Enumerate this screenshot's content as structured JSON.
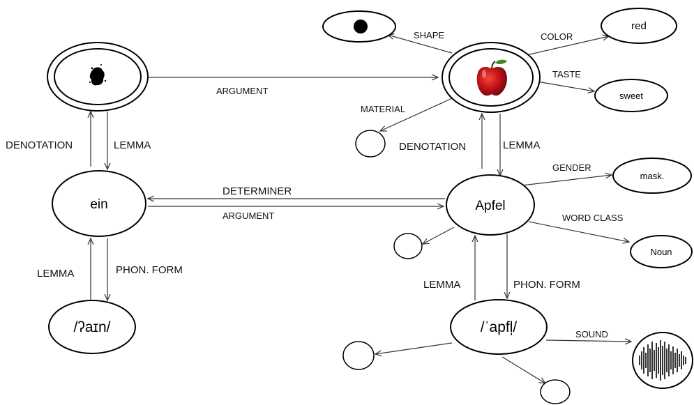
{
  "nodes": {
    "ein": "ein",
    "ein_phon": "/ʔaɪn/",
    "apfel": "Apfel",
    "apfel_phon": "/ˈapfl̩/",
    "red": "red",
    "sweet": "sweet",
    "mask": "mask.",
    "noun": "Noun"
  },
  "edges": {
    "shape": "SHAPE",
    "color": "COLOR",
    "taste": "TASTE",
    "material": "MATERIAL",
    "argument_top": "ARGUMENT",
    "denotation_left": "DENOTATION",
    "lemma_left_top": "LEMMA",
    "denotation_right": "DENOTATION",
    "lemma_right_top": "LEMMA",
    "gender": "GENDER",
    "determiner": "DETERMINER",
    "argument_mid": "ARGUMENT",
    "word_class": "WORD CLASS",
    "lemma_left_bottom": "LEMMA",
    "phon_form_left": "PHON. FORM",
    "lemma_right_bottom": "LEMMA",
    "phon_form_right": "PHON. FORM",
    "sound": "SOUND"
  },
  "icons": {
    "concept_blob": "ink-blob-icon",
    "apple_image": "apple-image",
    "shape_dot": "filled-circle-icon",
    "sound_wave": "waveform-icon"
  }
}
